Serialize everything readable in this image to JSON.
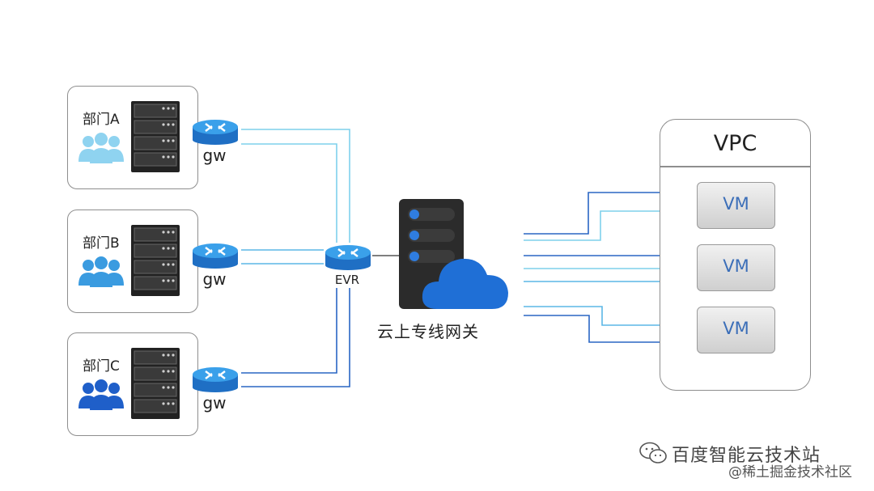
{
  "departments": [
    {
      "label": "部门A",
      "gw": "gw",
      "people_color": "#8fd3f0"
    },
    {
      "label": "部门B",
      "gw": "gw",
      "people_color": "#3a9be0"
    },
    {
      "label": "部门C",
      "gw": "gw",
      "people_color": "#1f5fc9"
    }
  ],
  "evr_label": "EVR",
  "gateway_label": "云上专线网关",
  "vpc": {
    "title": "VPC",
    "vms": [
      "VM",
      "VM",
      "VM"
    ]
  },
  "watermark": {
    "line1": "百度智能云技术站",
    "line2": "@稀土掘金技术社区"
  },
  "colors": {
    "light_line": "#7fd0ec",
    "dark_line": "#2a66c4",
    "router": "#2f8ad9",
    "server": "#2b2b2b",
    "cloud": "#1f6fd6"
  },
  "icons": [
    "server-icon",
    "router-icon",
    "people-icon",
    "cloud-icon",
    "wechat-icon"
  ]
}
